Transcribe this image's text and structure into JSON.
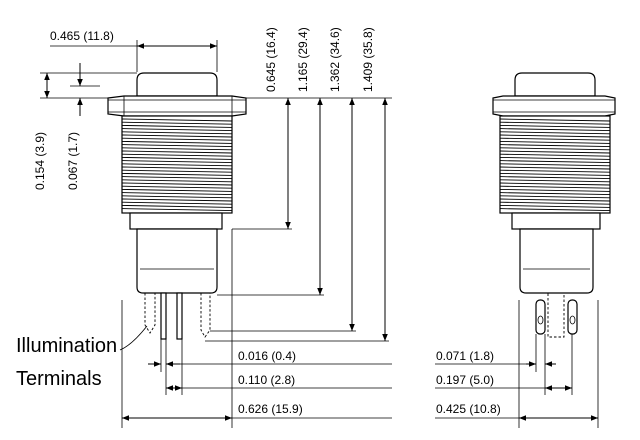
{
  "dimensions": {
    "cap_width": "0.465 (11.8)",
    "cap_height": "0.154 (3.9)",
    "nut_thickness": "0.067 (1.7)",
    "thread_length": "0.645 (16.4)",
    "to_housing_bottom": "1.165 (29.4)",
    "to_terminal_shoulder": "1.362 (34.6)",
    "overall_length": "1.409 (35.8)",
    "terminal_thickness": "0.016 (0.4)",
    "terminal_spacing": "0.110 (2.8)",
    "body_width": "0.626 (15.9)",
    "terminal_width": "0.071 (1.8)",
    "terminal_pitch": "0.197 (5.0)",
    "side_width": "0.425 (10.8)"
  },
  "callout": {
    "line1": "Illumination",
    "line2": "Terminals"
  }
}
